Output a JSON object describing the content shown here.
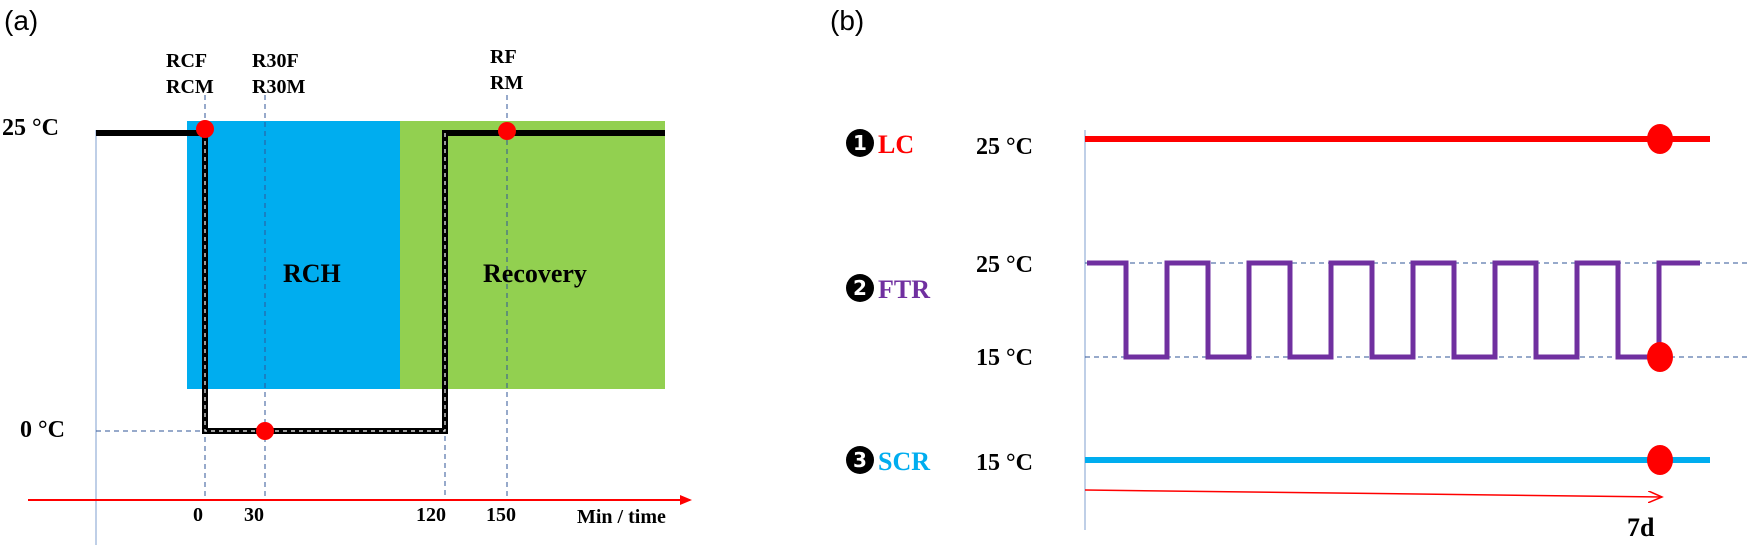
{
  "panel_a": {
    "label": "(a)",
    "temp_high": "25 °C",
    "temp_low": "0 °C",
    "samples": [
      {
        "line1": "RCF",
        "line2": "RCM"
      },
      {
        "line1": "R30F",
        "line2": "R30M"
      },
      {
        "line1": "RF",
        "line2": "RM"
      }
    ],
    "regions": {
      "rch": "RCH",
      "recovery": "Recovery"
    },
    "ticks": [
      "0",
      "30",
      "120",
      "150"
    ],
    "axis_label": "Min / time",
    "colors": {
      "rch": "#00ADEF",
      "recovery": "#92D050",
      "axis": "#FF0000",
      "point": "#FF0000"
    }
  },
  "panel_b": {
    "label": "(b)",
    "conditions": [
      {
        "num": "1",
        "name": "LC",
        "temp": "25 °C",
        "color": "#FF0000"
      },
      {
        "num": "2",
        "name": "FTR",
        "temp_high": "25 °C",
        "temp_low": "15 °C",
        "color": "#7030A0"
      },
      {
        "num": "3",
        "name": "SCR",
        "temp": "15 °C",
        "color": "#00ADEF"
      }
    ],
    "duration_label": "7d"
  }
}
